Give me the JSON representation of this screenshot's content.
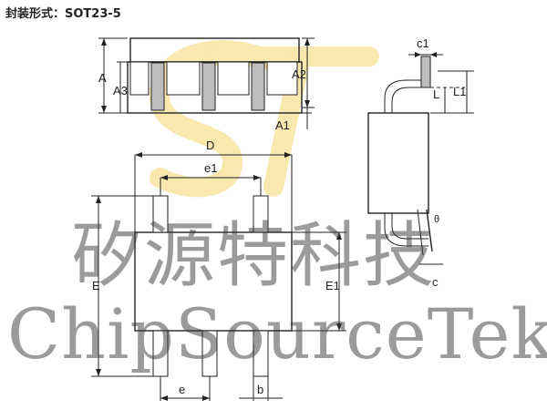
{
  "title": "封装形式：SOT23-5",
  "watermark": {
    "chinese": "矽源特科技",
    "english": "ChipSourceTek",
    "logo_letters": "ST",
    "logo_color": "#f5d76e"
  },
  "dimensions": {
    "A": "A",
    "A1": "A1",
    "A2": "A2",
    "A3": "A3",
    "c1": "c1",
    "L": "L",
    "L1": "L1",
    "theta": "θ",
    "c": "c",
    "D": "D",
    "e1": "e1",
    "E": "E",
    "E1": "E1",
    "e": "e",
    "b": "b"
  }
}
